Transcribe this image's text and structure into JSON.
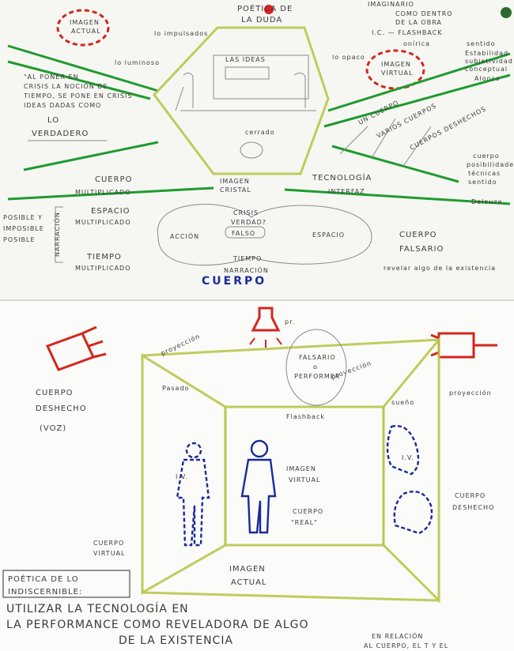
{
  "top": {
    "title_line1": "POÉTICA DE",
    "title_line2": "LA DUDA",
    "imagen_actual": [
      "IMAGEN",
      "ACTUAL"
    ],
    "imagen_virtual": [
      "IMAGEN",
      "VIRTUAL"
    ],
    "lo_impulsados": "lo impulsados",
    "lo_luminoso": "lo luminoso",
    "lo_opaco": "lo opaco",
    "las_ideas": "LAS IDEAS",
    "cerrado": "cerrado",
    "imaginario": [
      "IMAGINARIO",
      "COMO DENTRO",
      "DE LA OBRA"
    ],
    "flashback": "I.C. — FLASHBACK",
    "onirica": "onírica",
    "quote": [
      "\"AL PONER EN",
      "CRISIS LA NOCIÓN DE",
      "TIEMPO, SE PONE EN CRISIS",
      "IDEAS DADAS COMO"
    ],
    "lo_verdadero": [
      "LO",
      "VERDADERO"
    ],
    "right_notes": [
      "sentido",
      "Estabilidad",
      "subjetividad",
      "conceptual",
      "Alonso"
    ],
    "arrows": [
      "UN CUERPO",
      "VARIOS CUERPOS",
      "CUERPOS DESHECHOS"
    ],
    "cuerpo_note": [
      "cuerpo",
      "posibilidades",
      "técnicas",
      "sentido"
    ],
    "deleuze": "Deleuze",
    "cuerpo_multiplicado": [
      "CUERPO",
      "MULTIPLICADO"
    ],
    "imagen_cristal": [
      "IMAGEN",
      "CRISTAL"
    ],
    "tecnologia": [
      "TECNOLOGÍA",
      "INTERFAZ"
    ],
    "posible": [
      "POSIBLE Y",
      "IMPOSIBLE",
      "POSIBLE"
    ],
    "espacio_multiplicado": [
      "ESPACIO",
      "MULTIPLICADO"
    ],
    "narracion_side": "NARRACIÓN",
    "tiempo_multiplicado": [
      "TIEMPO",
      "MULTIPLICADO"
    ],
    "crisis": [
      "CRISIS",
      "VERDAD?"
    ],
    "falso": "FALSO",
    "accion": "ACCIÓN",
    "espacio": "ESPACIO",
    "tiempo": "TIEMPO",
    "narracion": "NARRACIÓN",
    "cuerpo_falsario": [
      "CUERPO",
      "FALSARIO"
    ],
    "revelar": "revelar algo de la existencia",
    "cuerpo_big": "CUERPO"
  },
  "bottom": {
    "proyeccion_left": "proyección",
    "pr": "pr.",
    "falsario": [
      "FALSARIO",
      "o",
      "PERFORMER"
    ],
    "proyeccion_mid": "proyección",
    "proyeccion_right": "proyección",
    "cuerpo_deshecho_voz": [
      "CUERPO",
      "DESHECHO",
      "(VOZ)"
    ],
    "pasado": "Pasado",
    "flashback": "Flashback",
    "sueno": "sueño",
    "iv": "I.V.",
    "imagen_virtual": [
      "IMAGEN",
      "VIRTUAL"
    ],
    "cuerpo_real": [
      "CUERPO",
      "\"REAL\""
    ],
    "cuerpo_virtual": [
      "CUERPO",
      "VIRTUAL"
    ],
    "cuerpo_deshecho": [
      "CUERPO",
      "DESHECHO"
    ],
    "imagen_actual": [
      "IMAGEN",
      "ACTUAL"
    ],
    "poetica_box": [
      "POÉTICA DE LO",
      "INDISCERNIBLE:"
    ],
    "sentence": [
      "UTILIZAR LA TECNOLOGÍA EN",
      "LA PERFORMANCE COMO REVELADORA DE ALGO",
      "DE LA EXISTENCIA"
    ],
    "en_relacion": [
      "EN RELACIÓN",
      "AL CUERPO, EL T Y EL"
    ]
  },
  "colors": {
    "green": "#1e9b2e",
    "red": "#d2261c",
    "blue": "#1a2a9a",
    "yellow_green": "#b8c64a"
  }
}
